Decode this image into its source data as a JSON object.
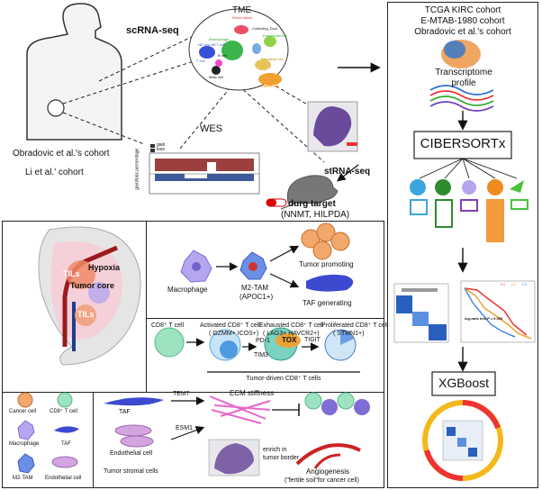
{
  "top": {
    "scrna_label": "scRNA-seq",
    "tme_title": "TME",
    "cell_clusters": [
      "Renal tubule",
      "Collecting_Duct",
      "Endothelial cell",
      "Macrophage",
      "NK and NKT cell",
      "B cell",
      "T cell",
      "Fibroblast cell",
      "Mast cell",
      "Cancer cell"
    ],
    "wes_label": "WES",
    "wes_legend": {
      "gain": "gain",
      "loss": "loss"
    },
    "wes_ylabel": "gain/loss percentage",
    "strna_label": "stRNA-seq",
    "drug_target_label": "durg target",
    "drug_targets": "(NNMT, HILPDA)",
    "cohort1": "Obradovic et al.'s cohort",
    "cohort2": "Li et al.' cohort"
  },
  "right": {
    "cohorts": [
      "TCGA KIRC cohort",
      "E-MTAB-1980 cohort",
      "Obradovic et al.'s cohort"
    ],
    "transcriptome_label": "Transcriptome",
    "profile_label": "profile",
    "cibersortx": "CIBERSORTx",
    "bar_colors": [
      "#3aa6e0",
      "#2e8b2e",
      "#7e3fbf",
      "#f08a1c",
      "#48c23b"
    ],
    "km_legend": [
      "C1",
      "C2",
      "C3"
    ],
    "logrank": "log-rank test P = 0.003",
    "xgboost": "XGBoost"
  },
  "middle": {
    "kidney_labels": {
      "hypoxia": "Hypoxia",
      "tils": "TILs",
      "tumor_core": "Tumor core",
      "tils2": "TILs"
    },
    "macrophage": "Macrophage",
    "m2tam": "M2-TAM",
    "apoc1": "(APOC1+)",
    "tumor_promoting": "Tumor promoting",
    "taf_generating": "TAF generating",
    "cd8_t_cell": "CD8⁺ T cell",
    "activated_t": "Activated  CD8⁺ T cell",
    "activated_markers": "( GZMM+ ICOS+)",
    "exhausted_t": "Exhausted CD8⁺ T cell",
    "exhausted_markers": "( LAG3+ HAVCR2+)",
    "proliferated_t": "Proliferated CD8⁺ T cell",
    "proliferated_markers": "( STMN1+)",
    "pd1": "PD-1",
    "tim3": "TIM3",
    "tox": "TOX",
    "tigit": "TIGIT",
    "tumor_driven": "Tumor-driven CD8⁺ T cells"
  },
  "legend": {
    "cancer_cell": "Cancer cell",
    "cd8_t_cell": "CD8⁺ T cell",
    "macrophage": "Macrophage",
    "taf": "TAF",
    "m2_tam": "M2-TAM",
    "endothelial_cell": "Endothelial cell"
  },
  "stromal": {
    "taf": "TAF",
    "tem7": "TEM7",
    "esm1": "ESM1",
    "endothelial_cell": "Endothelial cell",
    "tumor_stromal": "Tumor stromal cells",
    "ecm_stiffness": "ECM stiffness",
    "enrich": "enrich in",
    "tumor_border": "tumor border",
    "angiogenesis": "Angiogenesis",
    "fertile_soil": "(\"fertile soil\"for cancer cell)"
  }
}
